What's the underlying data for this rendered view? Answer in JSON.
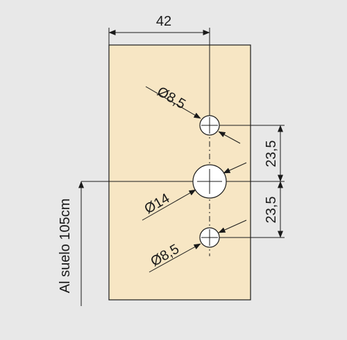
{
  "colors": {
    "background": "#e8e8e8",
    "panel_fill": "#f7e6c4",
    "panel_stroke": "#1a1a1a",
    "hole_fill": "#ffffff",
    "line": "#1a1a1a"
  },
  "dimensions": {
    "width_label": "42",
    "spacing_top_label": "23,5",
    "spacing_bottom_label": "23,5",
    "floor_label": "Al suelo 105cm"
  },
  "holes": {
    "top_label": "Ø8,5",
    "middle_label": "Ø14",
    "bottom_label": "Ø8,5"
  }
}
